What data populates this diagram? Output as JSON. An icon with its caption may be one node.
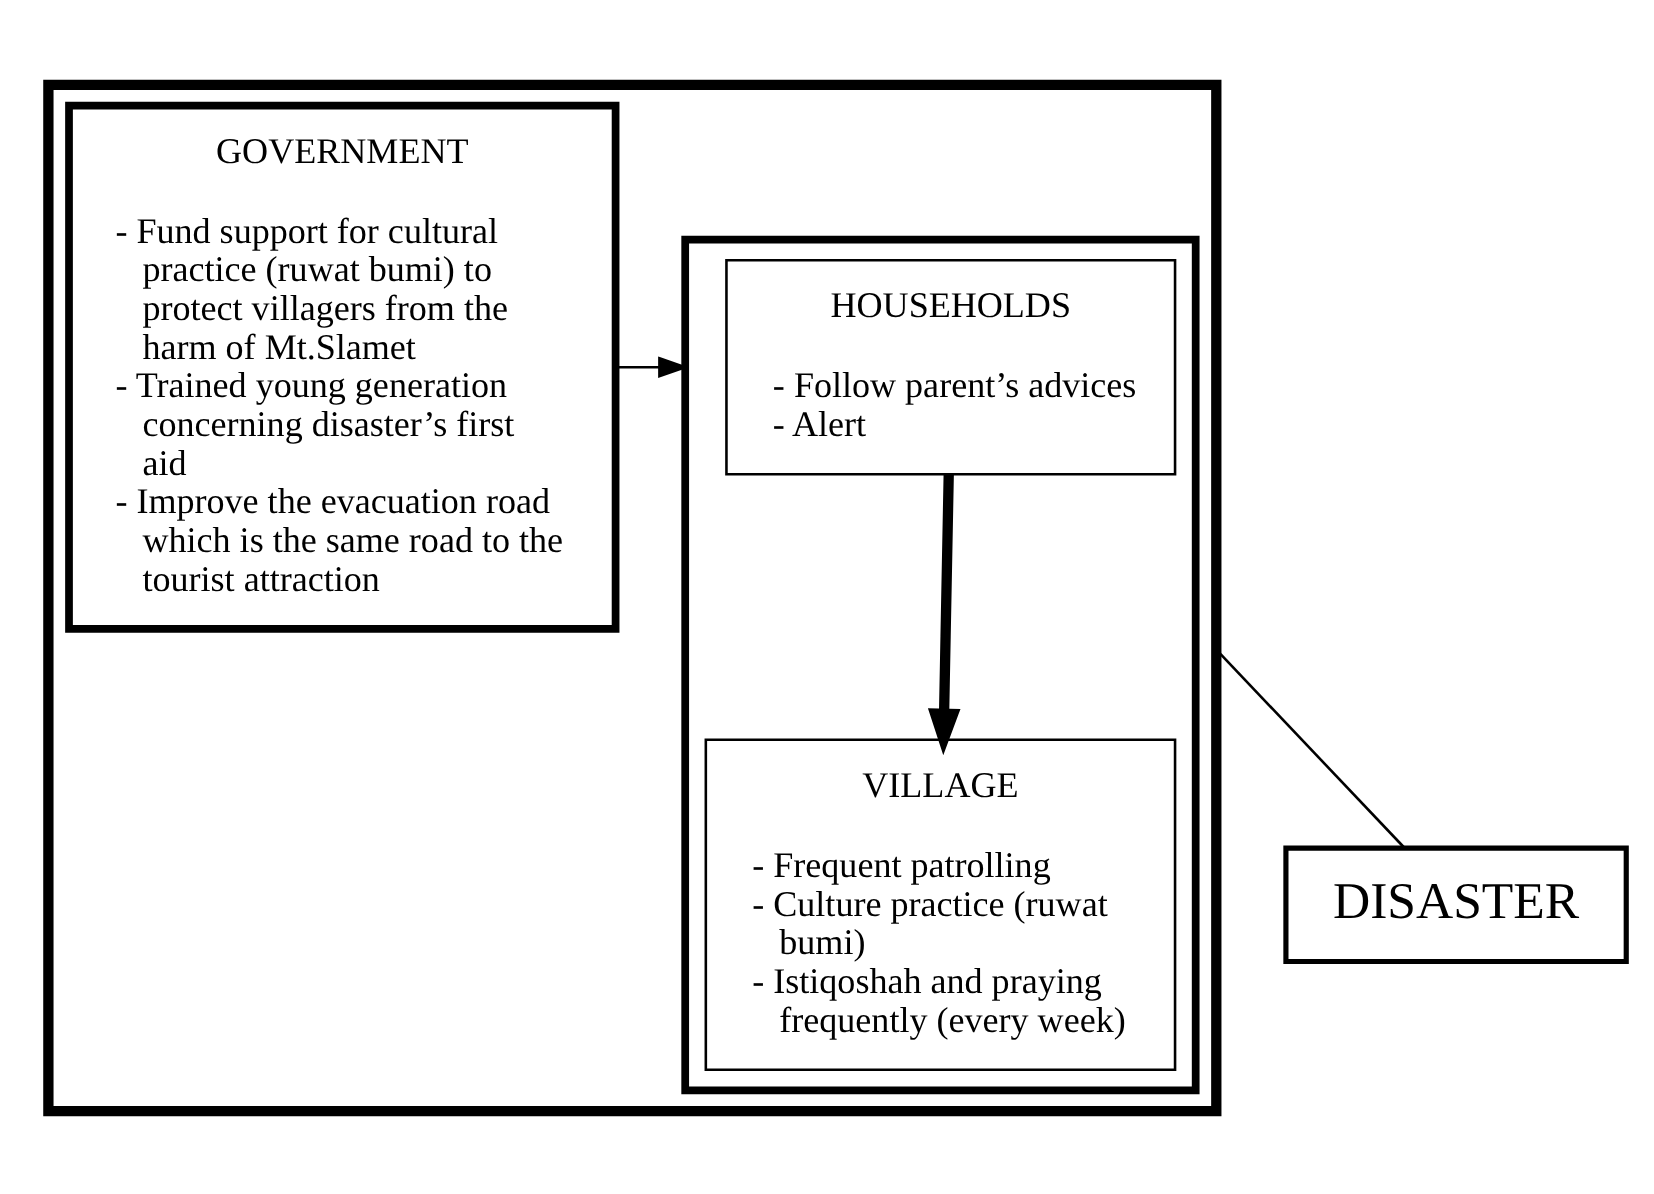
{
  "diagram": {
    "nodes": [
      {
        "text": [],
        "shape": "box"
      },
      {
        "text": [],
        "shape": "box",
        "in": 0
      },
      {
        "text": [
          "HOUSEHOLDS",
          "- Follow parent’s advices",
          "- Alert"
        ],
        "in": 1
      },
      {
        "text": [
          "VILLAGE",
          "- Frequent patrolling",
          "- Culture practice (ruwat bumi)",
          "- Istiqoshah and praying frequently (every week)"
        ],
        "in": 1
      },
      {
        "text": [
          "GOVERNMENT",
          "- Fund support for cultural practice (ruwat bumi) to protect villagers from the harm of Mt.Slamet",
          "- Trained young generation concerning disaster’s first aid",
          "- Improve the evacuation road which is the same road to the tourist attraction"
        ],
        "in": 0
      },
      {
        "text": [
          "DISASTER"
        ]
      }
    ],
    "edges": [
      {
        "from": 2,
        "to": 3,
        "arrow": "to",
        "style": "thick"
      },
      {
        "from": 4,
        "to": 1,
        "arrow": "to"
      },
      {
        "from": 0,
        "to": 5,
        "arrow": "none"
      }
    ]
  }
}
